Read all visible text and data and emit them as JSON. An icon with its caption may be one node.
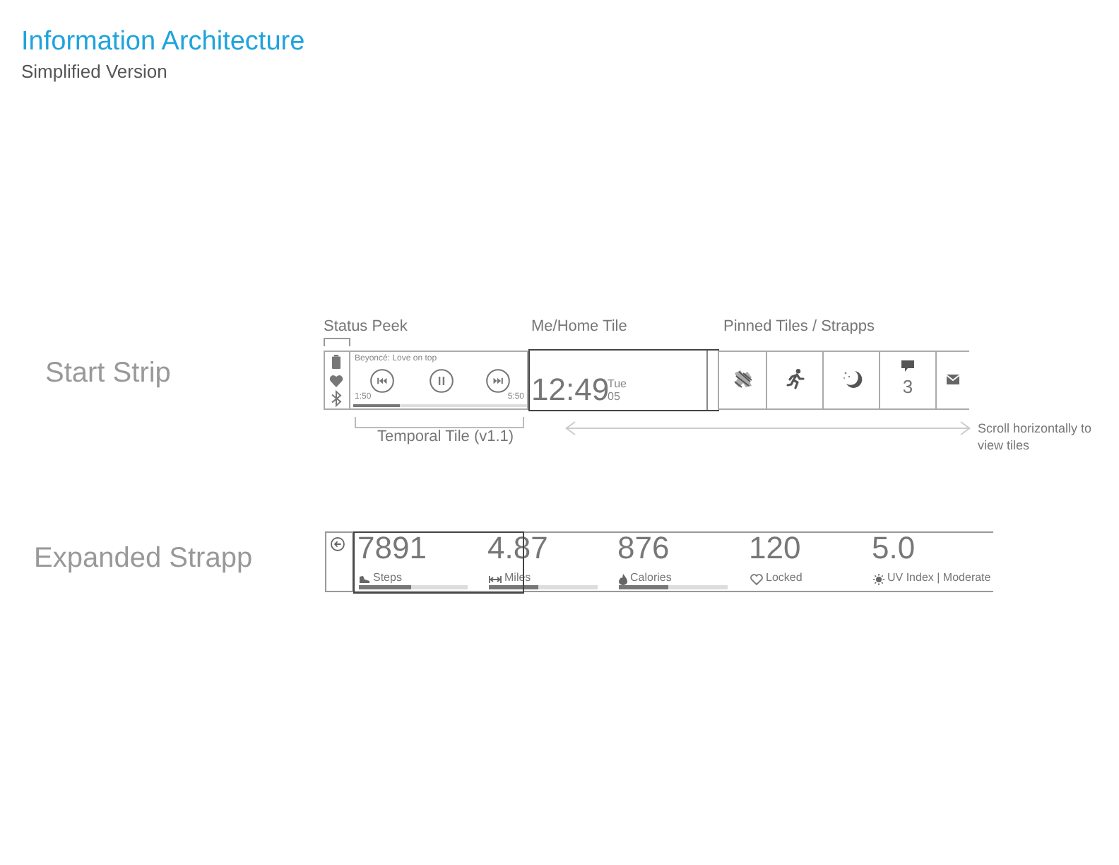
{
  "diagram": {
    "title": "Information Architecture",
    "nodes": [
      {
        "text": [],
        "shape": "box"
      },
      {
        "text": [
          "Beyoncé: Love on top",
          "1:50",
          "5:50"
        ]
      },
      {
        "text": [
          "12:49",
          "Tue 05"
        ]
      },
      {
        "text": [],
        "shape": "box"
      },
      {
        "text": [],
        "shape": "box"
      },
      {
        "text": [],
        "shape": "box"
      },
      {
        "text": [
          "3"
        ]
      },
      {
        "text": [],
        "shape": "box"
      },
      {
        "text": [
          "7891",
          "Steps",
          "4.87",
          "Miles",
          "876",
          "Calories",
          "120",
          "Locked",
          "5.0",
          "UV Index | Moderate"
        ]
      }
    ],
    "labels": [
      "Simplified Version",
      "Status Peek",
      "Me/Home Tile",
      "Pinned Tiles / Strapps",
      "Start Strip",
      "Temporal Tile (v1.1)",
      "Scroll horizontally to view tiles",
      "Expanded Strapp"
    ]
  }
}
